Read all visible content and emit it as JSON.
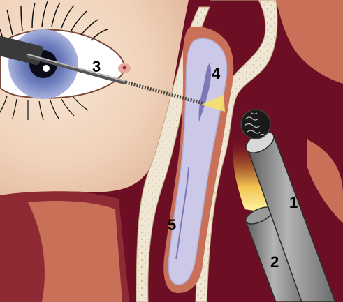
{
  "labels": {
    "instrument_1": "1",
    "instrument_2": "2",
    "probe": "3",
    "sac": "4",
    "duct": "5"
  },
  "colors": {
    "skin": "#f0d2ba",
    "flesh": "#c97059",
    "deep_tissue": "#6d0f24",
    "bone": "#efe6d4",
    "sac_fill": "#ccc8e8",
    "iris": "#6f7fbe",
    "metal": "#8e8e8e",
    "light": "#f6e26a",
    "label_text": "#000000"
  }
}
